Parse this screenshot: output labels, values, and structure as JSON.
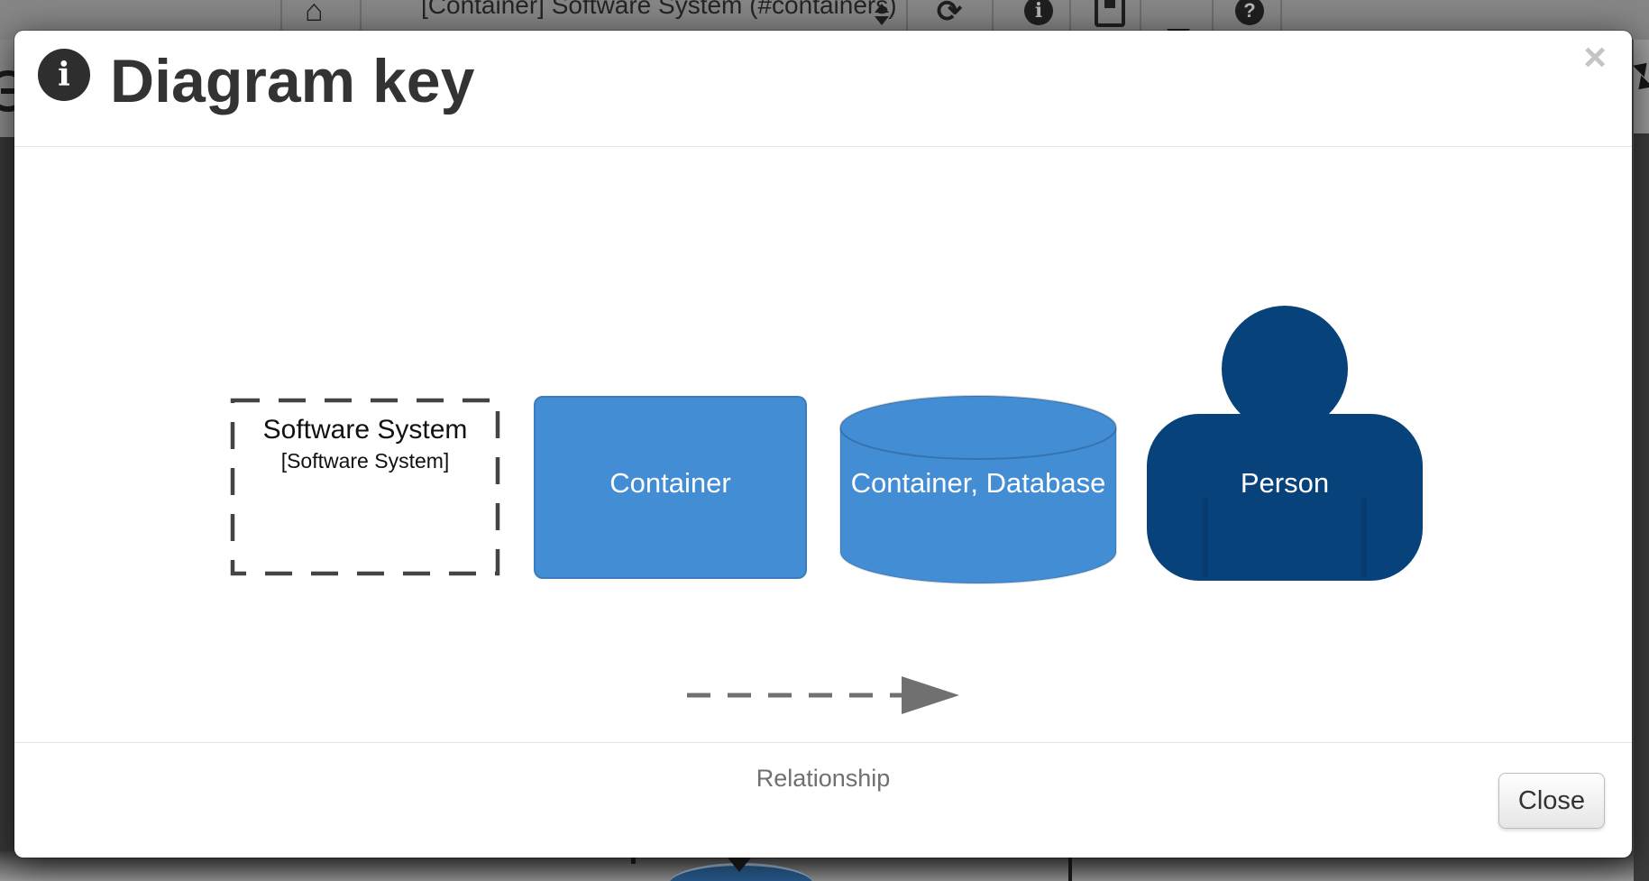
{
  "toolbar": {
    "home_glyph": "⌂",
    "title": "[Container] Software System (#containers)",
    "refresh_glyph": "⟳",
    "info_glyph": "i",
    "help_glyph": "?"
  },
  "modal": {
    "title": "Diagram key",
    "close_glyph": "×",
    "key": {
      "software_system": {
        "label": "Software System",
        "sublabel": "[Software System]"
      },
      "container": {
        "label": "Container"
      },
      "container_database": {
        "label": "Container, Database"
      },
      "person": {
        "label": "Person"
      },
      "relationship": {
        "label": "Relationship"
      }
    },
    "footer": {
      "close_button": "Close"
    }
  },
  "colors": {
    "container_fill": "#438dd5",
    "person_fill": "#08427b",
    "relationship_gray": "#707070",
    "dashed_border": "#444444",
    "title_text": "#333333",
    "backdrop": "rgba(0,0,0,0.5)"
  }
}
